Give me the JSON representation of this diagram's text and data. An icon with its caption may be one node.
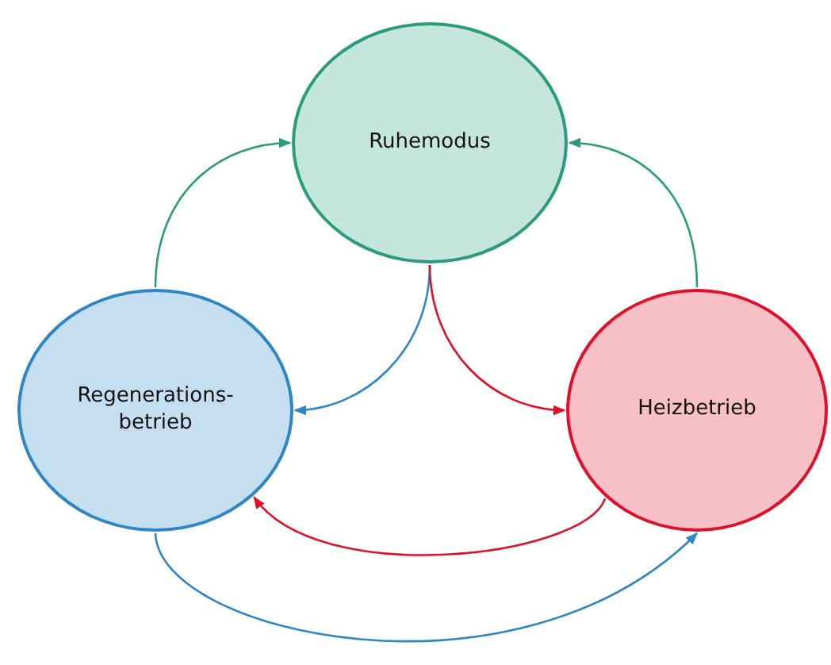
{
  "diagram": {
    "nodes": [
      {
        "text": [
          "Ruhemodus"
        ]
      },
      {
        "text": [
          "Regenerations- betrieb"
        ]
      },
      {
        "text": [
          "Heizbetrieb"
        ]
      }
    ],
    "edges": [
      {
        "from": 1,
        "to": 0,
        "arrow": "to",
        "color": "#2a9c7c"
      },
      {
        "from": 2,
        "to": 0,
        "arrow": "to",
        "color": "#2a9c7c"
      },
      {
        "from": 0,
        "to": 1,
        "arrow": "to",
        "color": "#2f86c6"
      },
      {
        "from": 0,
        "to": 2,
        "arrow": "to",
        "color": "#e0102a"
      },
      {
        "from": 2,
        "to": 1,
        "arrow": "to",
        "color": "#e0102a"
      },
      {
        "from": 1,
        "to": 2,
        "arrow": "to",
        "color": "#2f86c6"
      }
    ]
  }
}
